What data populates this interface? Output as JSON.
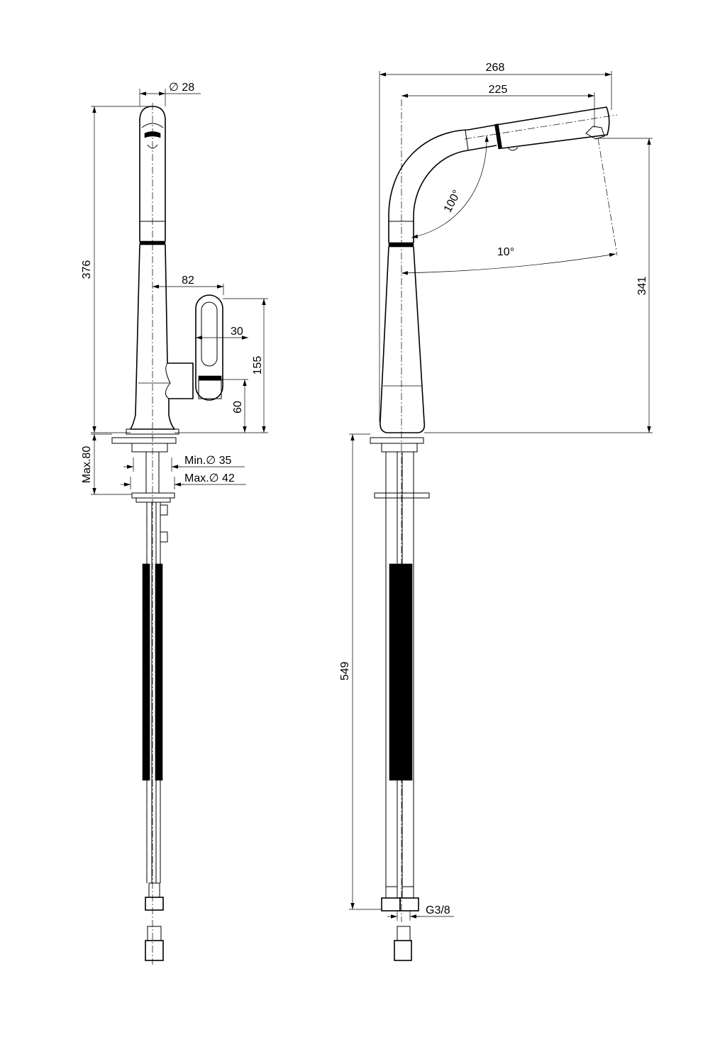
{
  "dimensions": {
    "diameter_top": "∅ 28",
    "height_total": "376",
    "handle_offset": "82",
    "handle_width": "30",
    "handle_height": "155",
    "handle_base": "60",
    "max_thickness": "Max.80",
    "min_hole": "Min.∅ 35",
    "max_hole": "Max.∅ 42",
    "reach_total": "268",
    "reach_spout": "225",
    "spout_angle": "100°",
    "swivel_angle": "10°",
    "spout_height": "341",
    "hose_length": "549",
    "connection": "G3/8"
  }
}
